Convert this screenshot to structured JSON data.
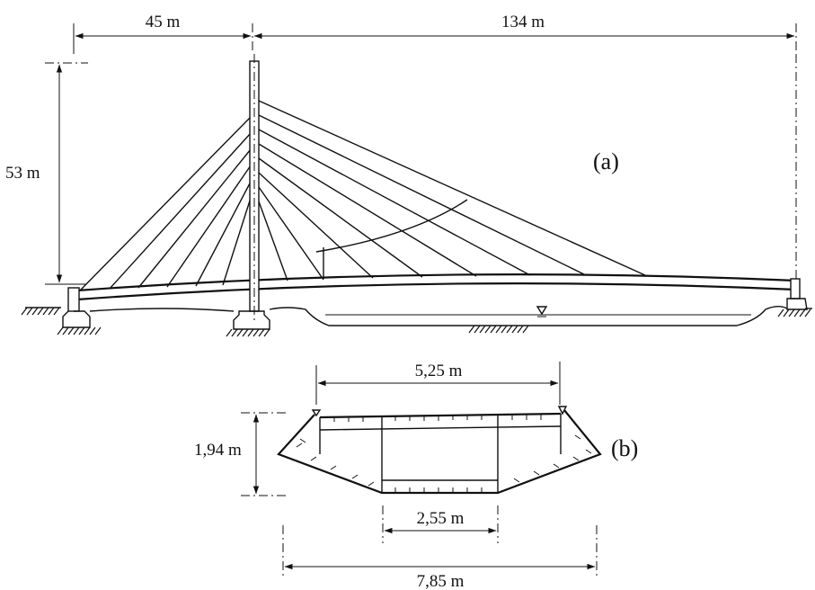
{
  "figure_a": {
    "label": "(a)",
    "span_left": "45 m",
    "span_main": "134 m",
    "pylon_height": "53 m"
  },
  "figure_b": {
    "label": "(b)",
    "top_width": "5,25 m",
    "depth": "1,94 m",
    "bottom_width": "2,55 m",
    "overall_width": "7,85 m"
  }
}
